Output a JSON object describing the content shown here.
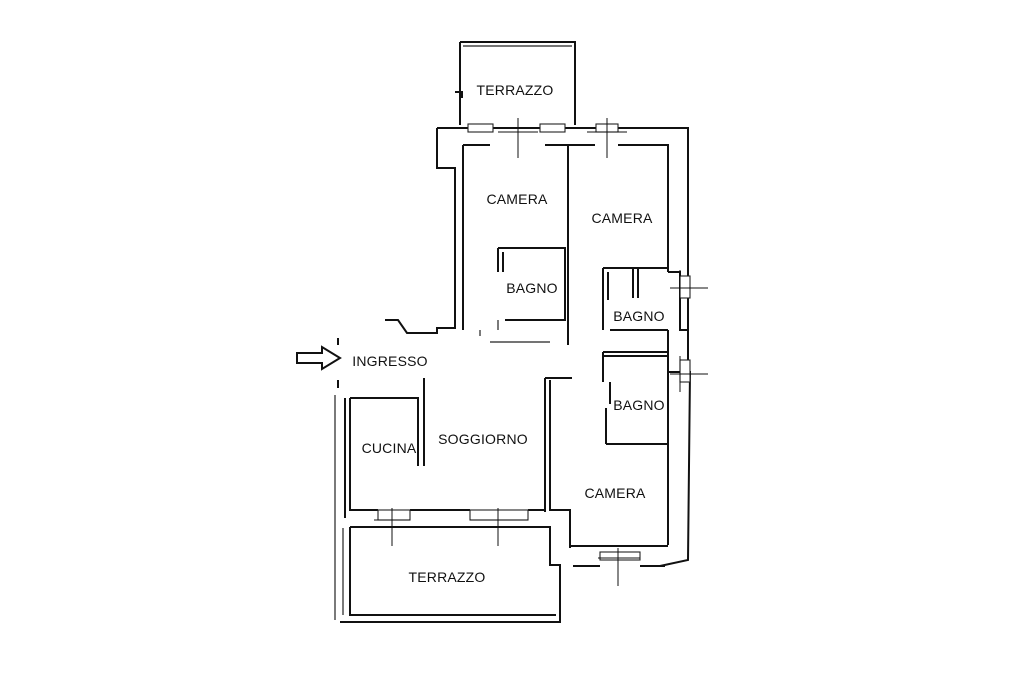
{
  "rooms": {
    "terrazzo_top": "TERRAZZO",
    "camera_1": "CAMERA",
    "camera_2": "CAMERA",
    "bagno_1": "BAGNO",
    "bagno_2": "BAGNO",
    "bagno_3": "BAGNO",
    "ingresso": "INGRESSO",
    "cucina": "CUCINA",
    "soggiorno": "SOGGIORNO",
    "camera_3": "CAMERA",
    "terrazzo_bottom": "TERRAZZO"
  },
  "entrance_arrow": "entrance-arrow-icon"
}
